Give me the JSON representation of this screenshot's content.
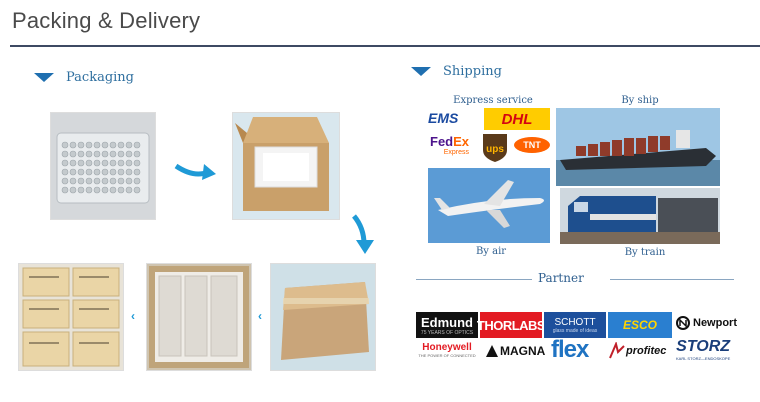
{
  "page": {
    "title": "Packing & Delivery"
  },
  "packaging": {
    "label": "Packaging",
    "steps": [
      "tray",
      "box",
      "cartons-labeled",
      "cartons-filled",
      "carton-sealed"
    ]
  },
  "shipping": {
    "label": "Shipping",
    "express_label": "Express service",
    "ship_label": "By ship",
    "air_label": "By air",
    "train_label": "By train",
    "express_logos": [
      "EMS",
      "DHL",
      "FedEx Express",
      "UPS",
      "TNT"
    ]
  },
  "partner": {
    "label": "Partner",
    "logos_row1": [
      "Edmund",
      "THORLABS",
      "SCHOTT",
      "ESCO",
      "Newport"
    ],
    "logos_row2": [
      "Honeywell",
      "MAGNA",
      "flex",
      "profitec",
      "STORZ"
    ],
    "subtexts": {
      "edmund": "75 YEARS OF OPTICS",
      "schott": "glass made of ideas",
      "honeywell": "THE POWER OF CONNECTED",
      "storz": "KARL STORZ—ENDOSKOPE"
    }
  }
}
